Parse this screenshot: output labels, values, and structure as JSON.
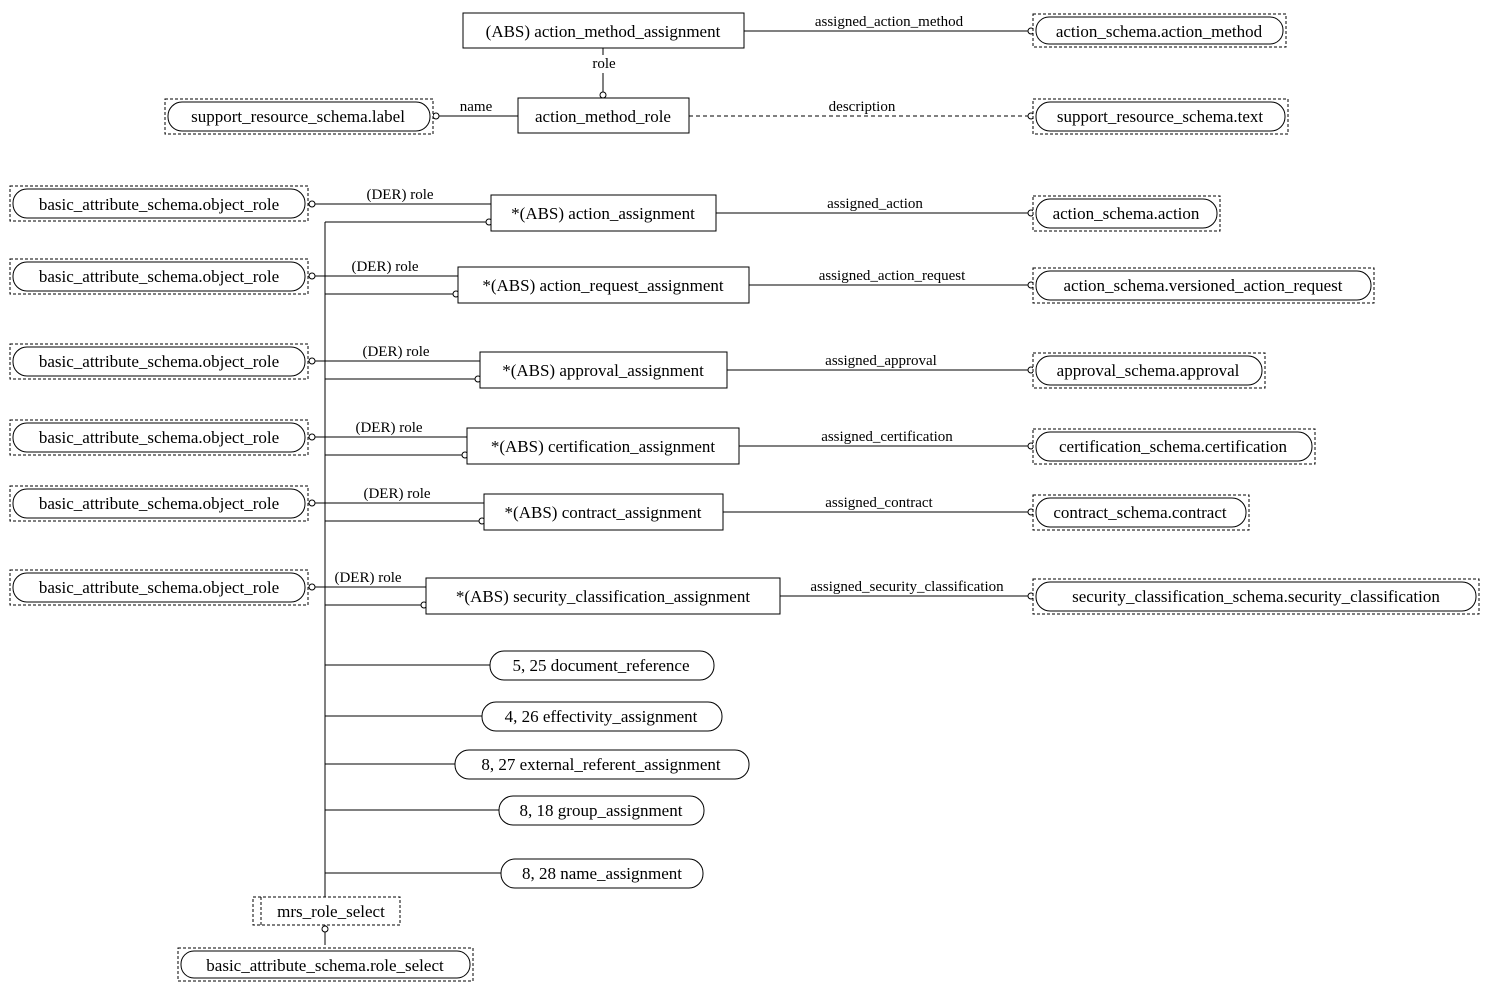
{
  "top": {
    "entity": "(ABS) action_method_assignment",
    "role_label": "role",
    "assigned_label": "assigned_action_method",
    "assigned_target": "action_schema.action_method",
    "role_entity": "action_method_role",
    "name_label": "name",
    "name_target": "support_resource_schema.label",
    "description_label": "description",
    "description_target": "support_resource_schema.text"
  },
  "assignments": [
    {
      "role_source": "basic_attribute_schema.object_role",
      "role_label": "(DER) role",
      "entity": "*(ABS) action_assignment",
      "attr": "assigned_action",
      "target": "action_schema.action"
    },
    {
      "role_source": "basic_attribute_schema.object_role",
      "role_label": "(DER) role",
      "entity": "*(ABS) action_request_assignment",
      "attr": "assigned_action_request",
      "target": "action_schema.versioned_action_request"
    },
    {
      "role_source": "basic_attribute_schema.object_role",
      "role_label": "(DER) role",
      "entity": "*(ABS) approval_assignment",
      "attr": "assigned_approval",
      "target": "approval_schema.approval"
    },
    {
      "role_source": "basic_attribute_schema.object_role",
      "role_label": "(DER) role",
      "entity": "*(ABS) certification_assignment",
      "attr": "assigned_certification",
      "target": "certification_schema.certification"
    },
    {
      "role_source": "basic_attribute_schema.object_role",
      "role_label": "(DER) role",
      "entity": "*(ABS) contract_assignment",
      "attr": "assigned_contract",
      "target": "contract_schema.contract"
    },
    {
      "role_source": "basic_attribute_schema.object_role",
      "role_label": "(DER) role",
      "entity": "*(ABS) security_classification_assignment",
      "attr": "assigned_security_classification",
      "target": "security_classification_schema.security_classification"
    }
  ],
  "page_refs": [
    {
      "label": "5, 25 document_reference"
    },
    {
      "label": "4, 26 effectivity_assignment"
    },
    {
      "label": "8, 27 external_referent_assignment"
    },
    {
      "label": "8, 18 group_assignment"
    },
    {
      "label": "8, 28 name_assignment"
    }
  ],
  "select": {
    "name": "mrs_role_select",
    "target": "basic_attribute_schema.role_select"
  }
}
